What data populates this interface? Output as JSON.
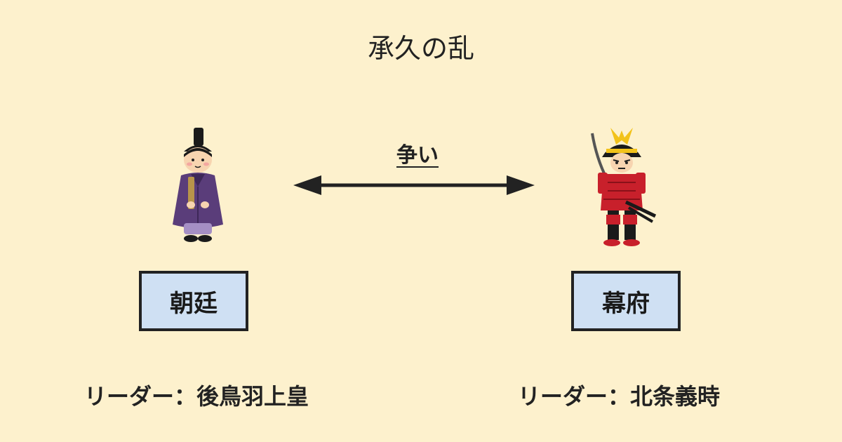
{
  "title": "承久の乱",
  "conflict": {
    "label": "争い"
  },
  "left_party": {
    "name": "朝廷",
    "leader_label": "リーダー：",
    "leader_name": "後鳥羽上皇",
    "figure_icon": "court-noble-icon",
    "box_color": "#cfe0f3"
  },
  "right_party": {
    "name": "幕府",
    "leader_label": "リーダー：",
    "leader_name": "北条義時",
    "figure_icon": "samurai-icon",
    "box_color": "#cfe0f3"
  },
  "colors": {
    "background": "#fdf1cd",
    "text": "#222222",
    "noble_robe": "#5a3d7a",
    "armor_red": "#c8202b",
    "helmet_gold": "#f2c21a"
  }
}
